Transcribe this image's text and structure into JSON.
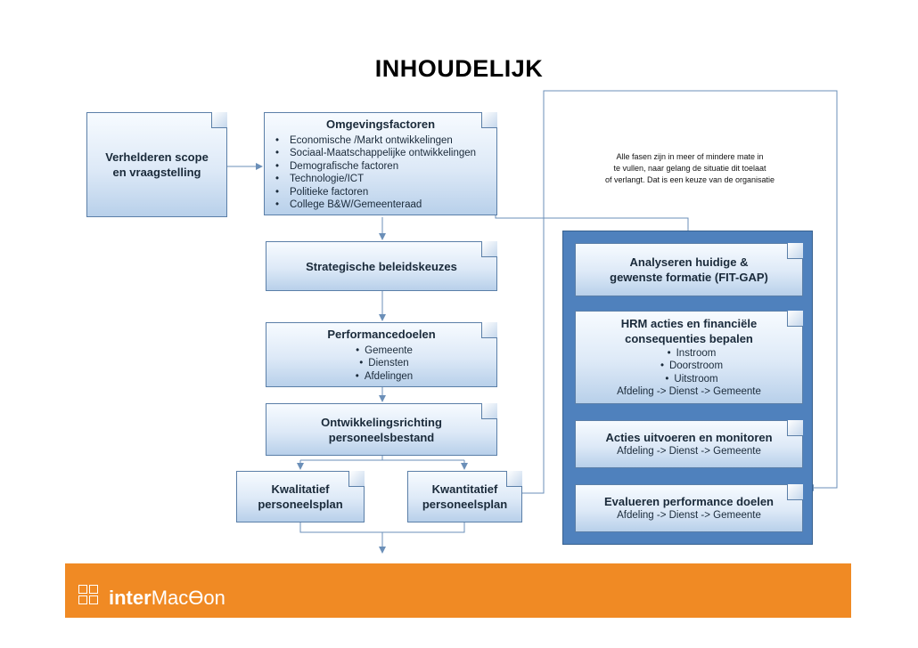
{
  "title": "INHOUDELIJK",
  "boxes": {
    "scope": {
      "line1": "Verhelderen  scope",
      "line2": "en vraagstelling"
    },
    "omgeving": {
      "heading": "Omgevingsfactoren",
      "items": [
        "Economische /Markt ontwikkelingen",
        "Sociaal-Maatschappelijke ontwikkelingen",
        "Demografische factoren",
        "Technologie/ICT",
        "Politieke factoren",
        "College B&W/Gemeenteraad"
      ]
    },
    "strategisch": {
      "label": "Strategische beleidskeuzes"
    },
    "performance": {
      "heading": "Performancedoelen",
      "items": [
        "Gemeente",
        "Diensten",
        "Afdelingen"
      ]
    },
    "ontwikkeling": {
      "line1": "Ontwikkelingsrichting",
      "line2": "personeelsbestand"
    },
    "kwalitatief": {
      "line1": "Kwalitatief",
      "line2": "personeelsplan"
    },
    "kwantitatief": {
      "line1": "Kwantitatief",
      "line2": "personeelsplan"
    },
    "analyse": {
      "line1": "Analyseren huidige &",
      "line2": "gewenste formatie (FIT-GAP)"
    },
    "hrm": {
      "line1": "HRM acties en financiële",
      "line2": "consequenties bepalen",
      "items": [
        "Instroom",
        "Doorstroom",
        "Uitstroom"
      ],
      "sub": "Afdeling -> Dienst -> Gemeente"
    },
    "acties": {
      "heading": "Acties uitvoeren en monitoren",
      "sub": "Afdeling -> Dienst -> Gemeente"
    },
    "evalueren": {
      "heading": "Evalueren performance doelen",
      "sub": "Afdeling -> Dienst -> Gemeente"
    }
  },
  "note": {
    "line1": "Alle fasen zijn in meer of mindere mate in",
    "line2": "te vullen, naar gelang de situatie dit toelaat",
    "line3": "of verlangt. Dat is een keuze van de organisatie"
  },
  "footer": {
    "brand_bold": "inter",
    "brand_rest": "MacƟon"
  },
  "colors": {
    "box_border": "#5b7fa8",
    "panel": "#4f81bd",
    "footer": "#f08a24",
    "connector": "#6b8fb8"
  },
  "icons": {
    "logo": "puzzle-icon"
  }
}
